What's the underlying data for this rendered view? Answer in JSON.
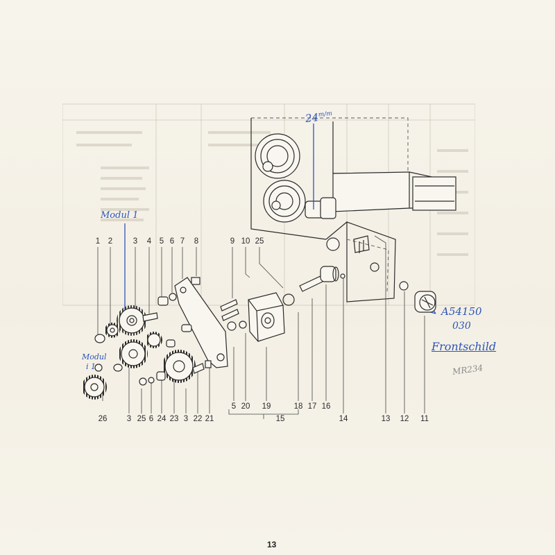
{
  "callouts": {
    "n1": "1",
    "n2": "2",
    "n3a": "3",
    "n4": "4",
    "n5a": "5",
    "n6a": "6",
    "n7": "7",
    "n8": "8",
    "n9": "9",
    "n10": "10",
    "n25a": "25",
    "n26": "26",
    "n3b": "3",
    "n25b": "25",
    "n6b": "6",
    "n24": "24",
    "n23": "23",
    "n3c": "3",
    "n22": "22",
    "n21": "21",
    "n5b": "5",
    "n20": "20",
    "n19": "19",
    "n18": "18",
    "n17": "17",
    "n16": "16",
    "n15": "15",
    "n14": "14",
    "n13": "13",
    "n12": "12",
    "n11": "11"
  },
  "handwriting": {
    "dimension": "24",
    "dimension_unit": "m/m",
    "modul_top": "Modul 1",
    "modul_left_1": "Modul",
    "modul_left_2": "i 1",
    "part_number_1": "A54150",
    "part_number_2": "030",
    "label": "Frontschild",
    "pencil_note": "MR234"
  },
  "page": {
    "number": "13"
  }
}
